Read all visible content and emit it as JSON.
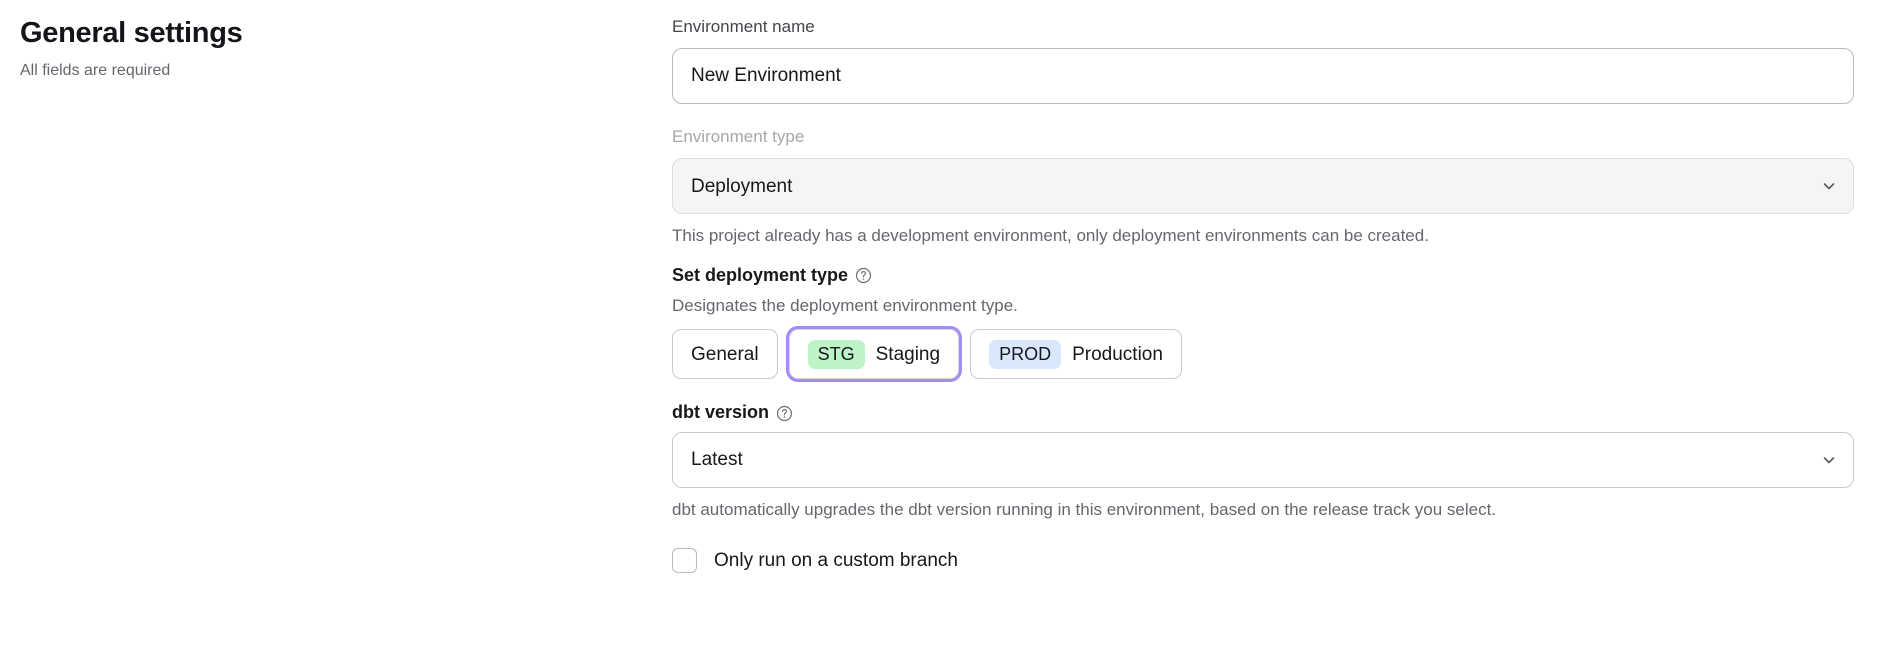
{
  "header": {
    "title": "General settings",
    "subtitle": "All fields are required"
  },
  "form": {
    "environment_name": {
      "label": "Environment name",
      "value": "New Environment",
      "placeholder": "Environment name"
    },
    "environment_type": {
      "label": "Environment type",
      "value": "Deployment",
      "disabled": true,
      "helper": "This project already has a development environment, only deployment environments can be created.",
      "chevron_icon": "chevron-down-icon"
    },
    "deployment_type": {
      "label": "Set deployment type",
      "help_icon": "help-circle-icon",
      "helper": "Designates the deployment environment type.",
      "selected": "Staging",
      "options": [
        {
          "label": "General",
          "badge": null,
          "badge_color": null,
          "selected": false
        },
        {
          "label": "Staging",
          "badge": "STG",
          "badge_color": "#bdf3c7",
          "selected": true
        },
        {
          "label": "Production",
          "badge": "PROD",
          "badge_color": "#d8e7fb",
          "selected": false
        }
      ]
    },
    "dbt_version": {
      "label": "dbt version",
      "help_icon": "help-circle-icon",
      "value": "Latest",
      "helper": "dbt automatically upgrades the dbt version running in this environment, based on the release track you select.",
      "chevron_icon": "chevron-down-icon"
    },
    "custom_branch": {
      "label": "Only run on a custom branch",
      "checked": false
    }
  },
  "colors": {
    "focus_ring": "#a38cf5",
    "staging_badge": "#bdf3c7",
    "production_badge": "#d8e7fb",
    "disabled_bg": "#f5f5f6"
  }
}
